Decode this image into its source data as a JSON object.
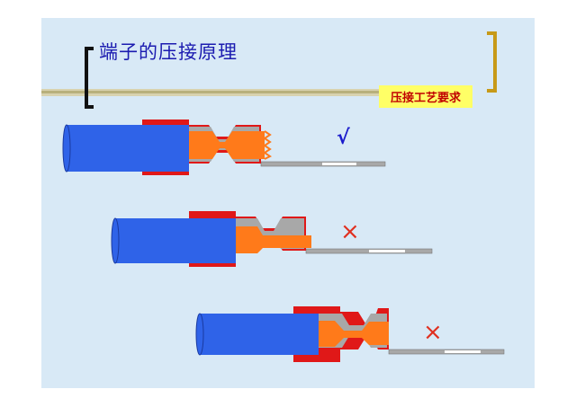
{
  "slide": {
    "title": "端子的压接原理",
    "tag": "压接工艺要求"
  },
  "examples": [
    {
      "mark": "√",
      "mark_color": "#1a1acc",
      "verdict": "correct"
    },
    {
      "mark": "×",
      "mark_color": "#e03020",
      "verdict": "wrong"
    },
    {
      "mark": "×",
      "mark_color": "#e03020",
      "verdict": "wrong"
    }
  ],
  "colors": {
    "background": "#d8e9f6",
    "wire_insulation": "#2f63e8",
    "conductor": "#ff7a1a",
    "insulation_grip": "#e01818",
    "terminal_barrel": "#a8a8a8",
    "title": "#1b1bb0",
    "tag_fill": "#ffff66",
    "tag_text": "#c00000",
    "bracket_gold": "#c79a18"
  }
}
